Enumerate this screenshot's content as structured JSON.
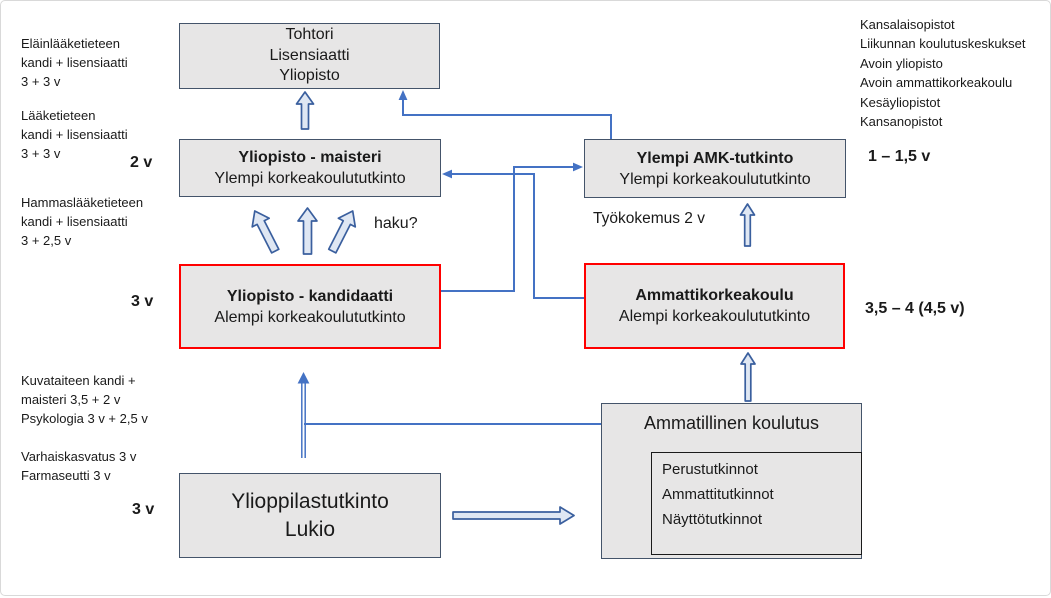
{
  "boxes": {
    "tohtori": {
      "lines": [
        "Tohtori",
        "Lisensiaatti",
        "Yliopisto"
      ]
    },
    "maisteri": {
      "title": "Yliopisto - maisteri",
      "subtitle": "Ylempi korkeakoulututkinto"
    },
    "ylempi_amk": {
      "title": "Ylempi AMK-tutkinto",
      "subtitle": "Ylempi korkeakoulututkinto"
    },
    "kandidaatti": {
      "title": "Yliopisto - kandidaatti",
      "subtitle": "Alempi korkeakoulututkinto"
    },
    "ammattikorkeakoulu": {
      "title": "Ammattikorkeakoulu",
      "subtitle": "Alempi korkeakoulututkinto"
    },
    "ylioppilastutkinto": {
      "lines": [
        "Ylioppilastutkinto",
        "Lukio"
      ]
    },
    "ammatillinen": {
      "title": "Ammatillinen koulutus",
      "qualifications": [
        "Perustutkinnot",
        "Ammattitutkinnot",
        "Näyttötutkinnot"
      ]
    }
  },
  "side_notes": {
    "left": [
      {
        "lines": [
          "Eläinlääketieteen",
          "kandi + lisensiaatti",
          "3 + 3 v"
        ]
      },
      {
        "lines": [
          "Lääketieteen",
          "kandi + lisensiaatti",
          "3 + 3 v"
        ]
      },
      {
        "lines": [
          "Hammaslääketieteen",
          "kandi + lisensiaatti",
          "3 + 2,5 v"
        ]
      },
      {
        "lines": [
          "Kuvataiteen kandi +",
          "maisteri 3,5 + 2 v",
          "Psykologia 3 v + 2,5 v"
        ]
      },
      {
        "lines": [
          "Varhaiskasvatus 3 v",
          "Farmaseutti 3 v"
        ]
      }
    ],
    "right_list": [
      "Kansalaisopistot",
      "Liikunnan koulutuskeskukset",
      "Avoin yliopisto",
      "Avoin ammattikorkeakoulu",
      "Kesäyliopistot",
      "Kansanopistot"
    ]
  },
  "durations": {
    "university_master": "2 v",
    "university_bachelor": "3 v",
    "lukio": "3 v",
    "ylempi_amk": "1 – 1,5 v",
    "ammattikorkeakoulu": "3,5 – 4 (4,5 v)"
  },
  "annotations": {
    "haku": "haku?",
    "tyokokemus": "Työkokemus 2 v"
  },
  "colors": {
    "box_fill": "#e7e6e6",
    "box_border": "#44546a",
    "highlight_border": "#ff0000",
    "connector": "#4472c4",
    "text": "#1a1a1a"
  }
}
